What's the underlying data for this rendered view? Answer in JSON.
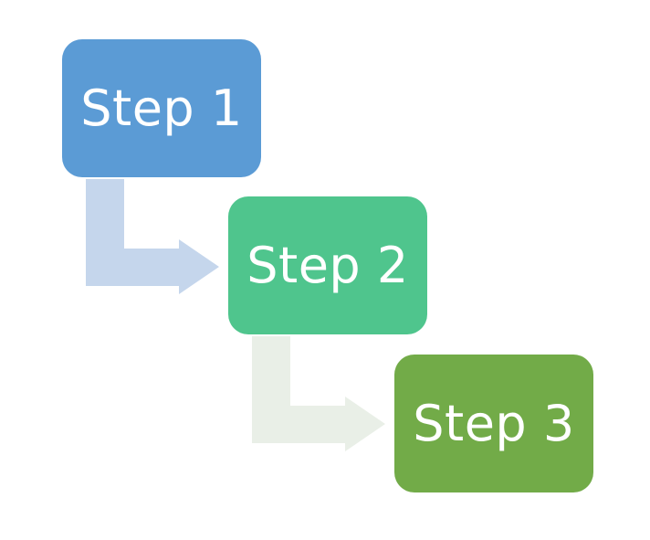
{
  "steps": [
    {
      "label": "Step 1",
      "color": "#5b9bd5"
    },
    {
      "label": "Step 2",
      "color": "#4fc58d"
    },
    {
      "label": "Step 3",
      "color": "#72ab48"
    }
  ],
  "connectors": [
    {
      "from": "Step 1",
      "to": "Step 2",
      "color": "#c5d6ec"
    },
    {
      "from": "Step 2",
      "to": "Step 3",
      "color": "#e9efe7"
    }
  ]
}
